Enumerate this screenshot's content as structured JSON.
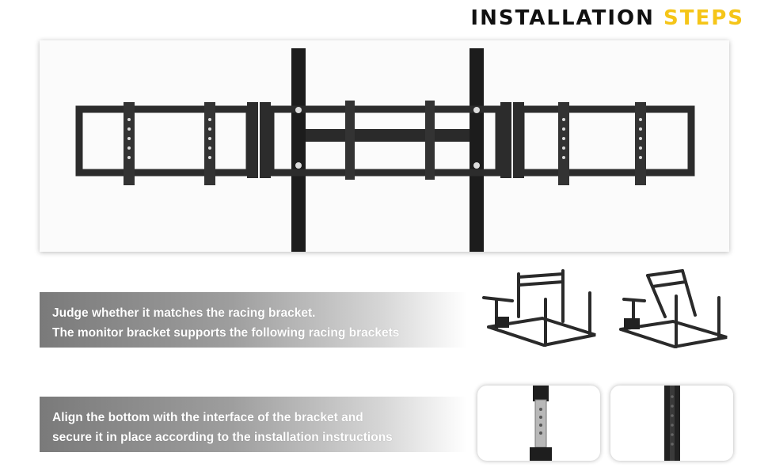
{
  "title": {
    "part1": "INSTALLATION",
    "part2": "STEPS"
  },
  "step1": {
    "line1": "Judge whether it matches the racing bracket.",
    "line2": "The monitor bracket supports the following racing brackets"
  },
  "step2": {
    "line1": "Align the bottom with the interface of the bracket and",
    "line2": "secure it in place according to the installation instructions"
  },
  "colors": {
    "accent": "#f5c518",
    "metal": "#2b2b2b",
    "title": "#111111",
    "banner": "#8c8c8c"
  }
}
